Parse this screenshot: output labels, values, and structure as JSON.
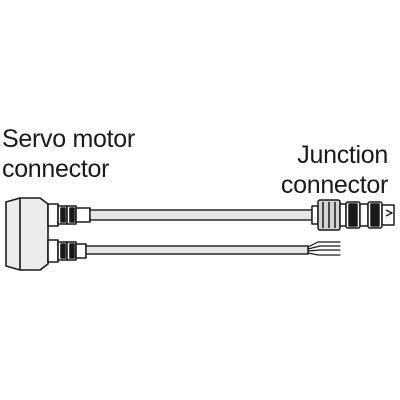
{
  "labels": {
    "servo_line1": "Servo motor",
    "servo_line2": "connector",
    "junction_line1": "Junction",
    "junction_line2": "connector"
  },
  "colors": {
    "stroke": "#1a1a1a",
    "fill": "#ffffff",
    "cable_fill": "#e6e6e6",
    "connector_fill": "#d4d4d4",
    "grip_fill": "#1a1a1a"
  }
}
